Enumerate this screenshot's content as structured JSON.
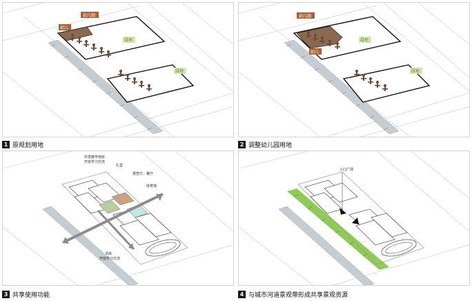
{
  "colors": {
    "site_outline": "#111111",
    "street_lines": "#d0d0d0",
    "river_band": "#c5ccd2",
    "kindergarten_fill": "#8a6a4e",
    "tag_kindergarten": "#a6613b",
    "tag_green": "#d6e6b2",
    "green_corridor": "#7ec23a",
    "shared_zone_green": "#b9cf9a",
    "shared_zone_cyan": "#bfe8e4",
    "shared_zone_brown": "#c9a27f",
    "arrow_gray": "#8c8c8c"
  },
  "icons": [
    "tree-icon",
    "arrow-icon"
  ],
  "panels": [
    {
      "number": "1",
      "caption": "原规划用地",
      "tags": {
        "kindergarten": "幼儿园",
        "kg_side": "幼儿",
        "green_a": "绿地",
        "green_b": "绿地"
      }
    },
    {
      "number": "2",
      "caption": "调整幼儿园用地",
      "tags": {
        "kindergarten": "幼儿园",
        "kg_side": "幼儿",
        "green_a": "绿地",
        "green_b": "绿地"
      }
    },
    {
      "number": "3",
      "caption": "共享使用功能",
      "labels": {
        "shared_study": "共享教学用房",
        "open_exchange": "开放学习交流",
        "auditorium": "礼堂",
        "library_cafe": "报告厅、餐厅",
        "gym": "体育馆",
        "corridor_1": "书库",
        "corridor_2": "开放学习交流"
      }
    },
    {
      "number": "4",
      "caption": "与城市河道景观带形成共享景观资源",
      "labels": {
        "entrance": "入口广场"
      }
    }
  ]
}
